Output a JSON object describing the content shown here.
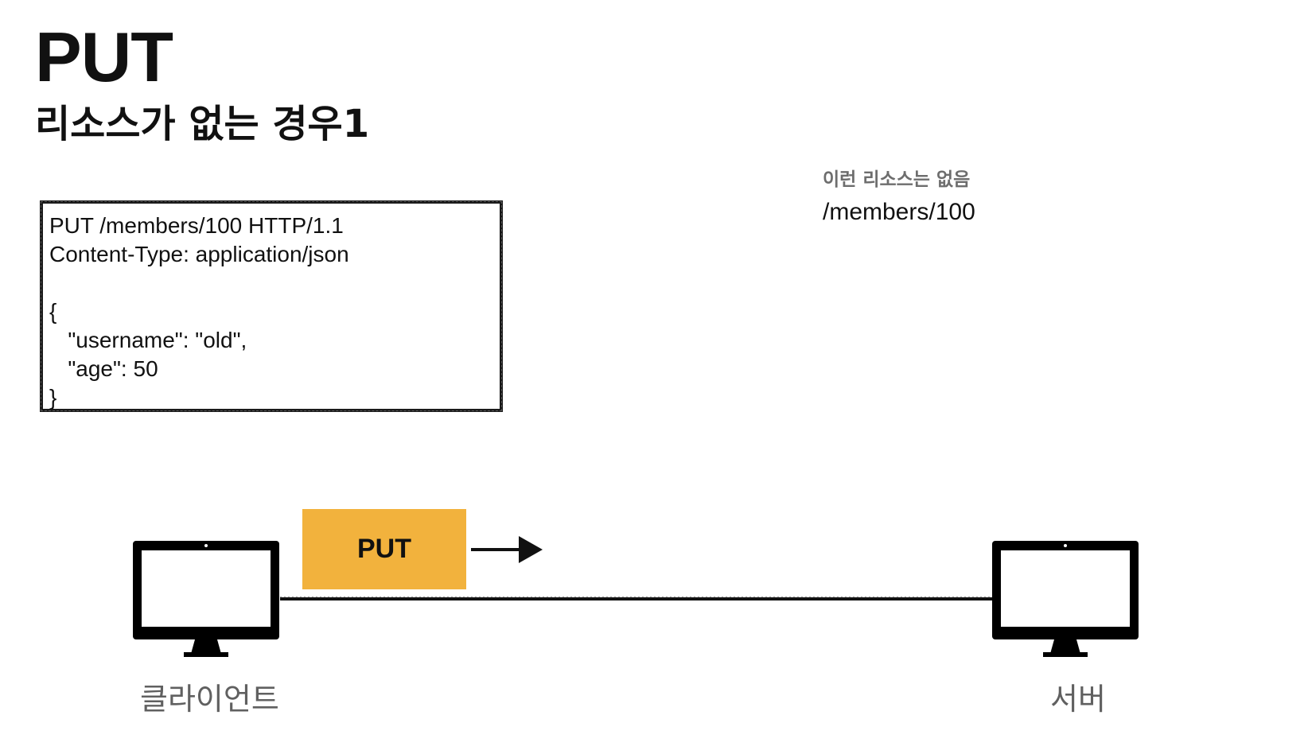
{
  "title": "PUT",
  "subtitle": "리소스가 없는 경우1",
  "request": {
    "lines": [
      "PUT /members/100 HTTP/1.1",
      "Content-Type: application/json",
      "",
      "{",
      "   \"username\": \"old\",",
      "   \"age\": 50",
      "}"
    ]
  },
  "server_resource": {
    "note": "이런 리소스는 없음",
    "path": "/members/100"
  },
  "message": {
    "label": "PUT",
    "color": "#f2b23d"
  },
  "client": {
    "label": "클라이언트",
    "icon": "monitor-icon"
  },
  "server": {
    "label": "서버",
    "icon": "monitor-icon"
  }
}
